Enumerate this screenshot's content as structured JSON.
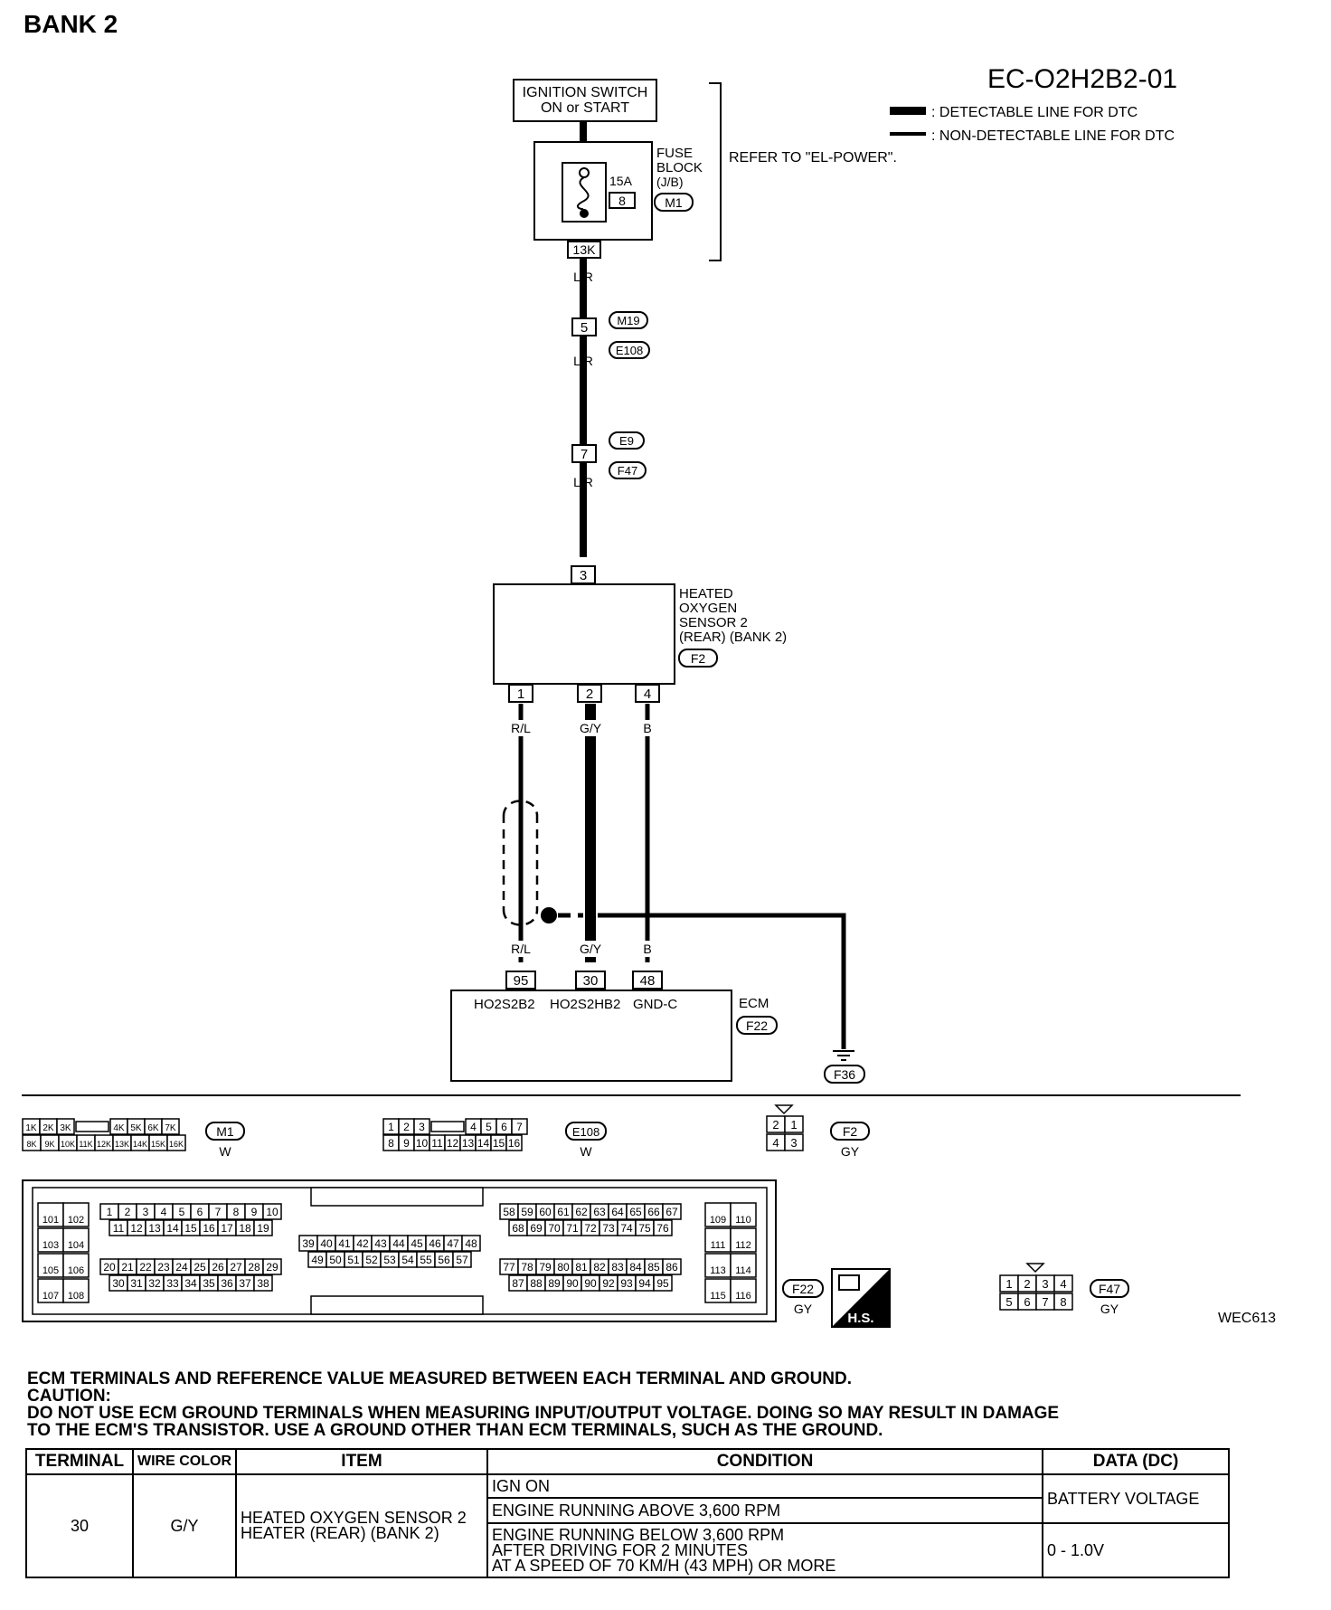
{
  "header": {
    "bank_title": "BANK 2",
    "diagram_code": "EC-O2H2B2-01",
    "figure_id": "WEC613"
  },
  "legend": {
    "detectable": ": DETECTABLE LINE FOR DTC",
    "non_detectable": ": NON-DETECTABLE LINE FOR DTC"
  },
  "ignition": {
    "line1": "IGNITION SWITCH",
    "line2": "ON or START"
  },
  "fuse": {
    "label1": "FUSE",
    "label2": "BLOCK",
    "label3": "(J/B)",
    "connector": "M1",
    "amp": "15A",
    "fuse_no": "8",
    "terminal": "13K",
    "refer": "REFER TO \"EL-POWER\"."
  },
  "wires": {
    "lr": "L/R",
    "rl": "R/L",
    "gy": "G/Y",
    "b": "B",
    "joint1": {
      "pin": "5",
      "conn_a": "M19",
      "conn_b": "E108"
    },
    "joint2": {
      "pin": "7",
      "conn_a": "E9",
      "conn_b": "F47"
    }
  },
  "sensor": {
    "line1": "HEATED",
    "line2": "OXYGEN",
    "line3": "SENSOR 2",
    "line4": "(REAR) (BANK 2)",
    "connector": "F2",
    "pin_top": "3",
    "pin1": "1",
    "pin2": "2",
    "pin4": "4"
  },
  "ecm": {
    "label": "ECM",
    "connector": "F22",
    "pin95": "95",
    "pin30": "30",
    "pin48": "48",
    "term95": "HO2S2B2",
    "term30": "HO2S2HB2",
    "term48": "GND-C",
    "ground": "F36"
  },
  "connectors": {
    "m1": {
      "name": "M1",
      "color": "W",
      "row1": [
        "1K",
        "2K",
        "3K",
        "",
        "4K",
        "5K",
        "6K",
        "7K"
      ],
      "row2": [
        "8K",
        "9K",
        "10K",
        "11K",
        "12K",
        "13K",
        "14K",
        "15K",
        "16K"
      ]
    },
    "e108": {
      "name": "E108",
      "color": "W",
      "row1": [
        "1",
        "2",
        "3",
        "",
        "4",
        "5",
        "6",
        "7"
      ],
      "row2": [
        "8",
        "9",
        "10",
        "11",
        "12",
        "13",
        "14",
        "15",
        "16"
      ]
    },
    "f2": {
      "name": "F2",
      "color": "GY",
      "row1": [
        "2",
        "1"
      ],
      "row2": [
        "4",
        "3"
      ]
    },
    "f22": {
      "name": "F22",
      "color": "GY",
      "hs": "H.S."
    },
    "f47": {
      "name": "F47",
      "color": "GY",
      "row1": [
        "1",
        "2",
        "3",
        "4"
      ],
      "row2": [
        "5",
        "6",
        "7",
        "8"
      ]
    }
  },
  "ecm_connector": {
    "c1": [
      "101",
      "102",
      "103",
      "104",
      "105",
      "106",
      "107",
      "108"
    ],
    "g1r1": [
      "1",
      "2",
      "3",
      "4",
      "5",
      "6",
      "7",
      "8",
      "9",
      "10"
    ],
    "g1r2": [
      "11",
      "12",
      "13",
      "14",
      "15",
      "16",
      "17",
      "18",
      "19"
    ],
    "g1r3": [
      "20",
      "21",
      "22",
      "23",
      "24",
      "25",
      "26",
      "27",
      "28",
      "29"
    ],
    "g1r4": [
      "30",
      "31",
      "32",
      "33",
      "34",
      "35",
      "36",
      "37",
      "38"
    ],
    "g2r1": [
      "39",
      "40",
      "41",
      "42",
      "43",
      "44",
      "45",
      "46",
      "47",
      "48"
    ],
    "g2r2": [
      "49",
      "50",
      "51",
      "52",
      "53",
      "54",
      "55",
      "56",
      "57"
    ],
    "g3r1": [
      "58",
      "59",
      "60",
      "61",
      "62",
      "63",
      "64",
      "65",
      "66",
      "67"
    ],
    "g3r2": [
      "68",
      "69",
      "70",
      "71",
      "72",
      "73",
      "74",
      "75",
      "76"
    ],
    "g3r3": [
      "77",
      "78",
      "79",
      "80",
      "81",
      "82",
      "83",
      "84",
      "85",
      "86"
    ],
    "g3r4": [
      "87",
      "88",
      "89",
      "90",
      "90",
      "92",
      "93",
      "94",
      "95"
    ],
    "c4": [
      "109",
      "110",
      "111",
      "112",
      "113",
      "114",
      "115",
      "116"
    ]
  },
  "notes": {
    "line1": "ECM TERMINALS AND REFERENCE VALUE MEASURED BETWEEN EACH TERMINAL AND GROUND.",
    "line2": "CAUTION:",
    "line3": "DO NOT USE ECM GROUND TERMINALS WHEN MEASURING INPUT/OUTPUT VOLTAGE. DOING SO MAY RESULT IN DAMAGE",
    "line4": "TO THE ECM'S TRANSISTOR. USE A GROUND OTHER THAN ECM TERMINALS, SUCH AS THE GROUND."
  },
  "table": {
    "headers": {
      "terminal": "TERMINAL",
      "wire_color": "WIRE COLOR",
      "item": "ITEM",
      "condition": "CONDITION",
      "data": "DATA (DC)"
    },
    "terminal": "30",
    "wire_color": "G/Y",
    "item_line1": "HEATED OXYGEN SENSOR 2",
    "item_line2": "HEATER (REAR) (BANK 2)",
    "cond1": "IGN ON",
    "cond2": "ENGINE RUNNING ABOVE 3,600 RPM",
    "cond3_line1": "ENGINE RUNNING BELOW 3,600 RPM",
    "cond3_line2": "AFTER DRIVING FOR 2 MINUTES",
    "cond3_line3": "AT A SPEED OF 70 KM/H (43 MPH) OR MORE",
    "data1": "BATTERY VOLTAGE",
    "data2": "0 - 1.0V"
  }
}
